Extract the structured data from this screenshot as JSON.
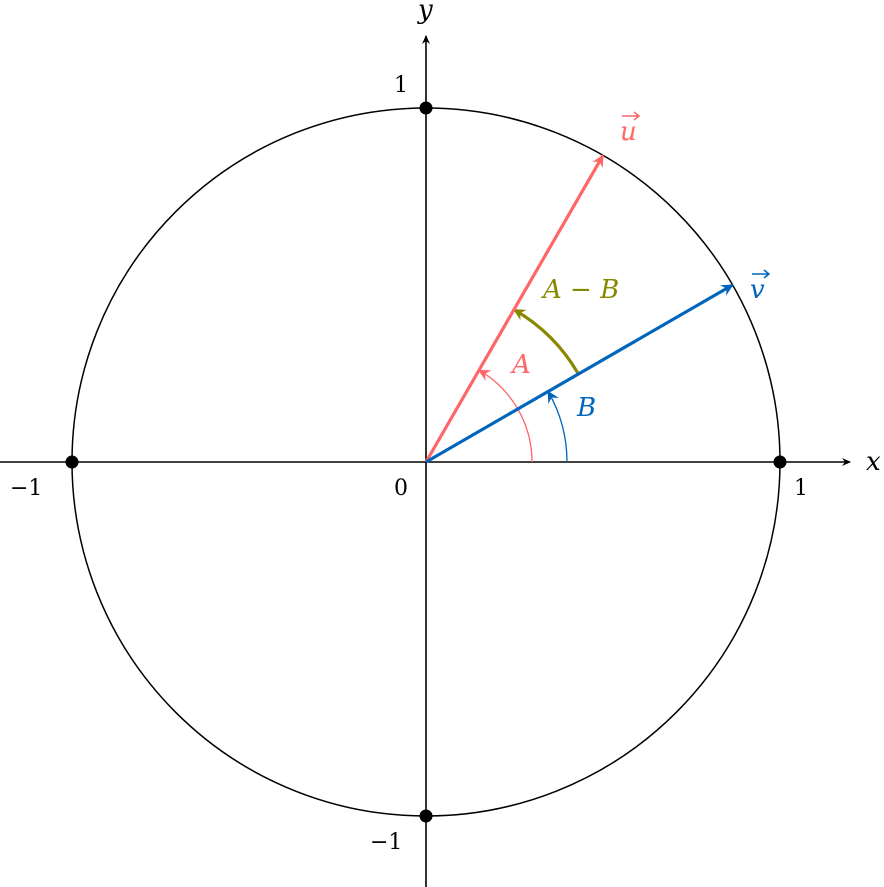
{
  "axes": {
    "x_label": "x",
    "y_label": "y",
    "origin_label": "0",
    "ticks": {
      "x_pos": "1",
      "x_neg": "−1",
      "y_pos": "1",
      "y_neg": "−1"
    }
  },
  "circle": {
    "radius": 1
  },
  "points": [
    [
      1,
      0
    ],
    [
      -1,
      0
    ],
    [
      0,
      1
    ],
    [
      0,
      -1
    ]
  ],
  "vectors": {
    "u": {
      "label": "u",
      "angle_deg": 60,
      "color": "#ff6666"
    },
    "v": {
      "label": "v",
      "angle_deg": 30,
      "color": "#0066bb"
    }
  },
  "angles": {
    "A": {
      "label": "A",
      "from_deg": 0,
      "to_deg": 60,
      "color": "#ff6666"
    },
    "B": {
      "label": "B",
      "from_deg": 0,
      "to_deg": 30,
      "color": "#0066bb"
    },
    "AminusB": {
      "label": "A − B",
      "from_deg": 30,
      "to_deg": 60,
      "color": "#888800"
    }
  }
}
